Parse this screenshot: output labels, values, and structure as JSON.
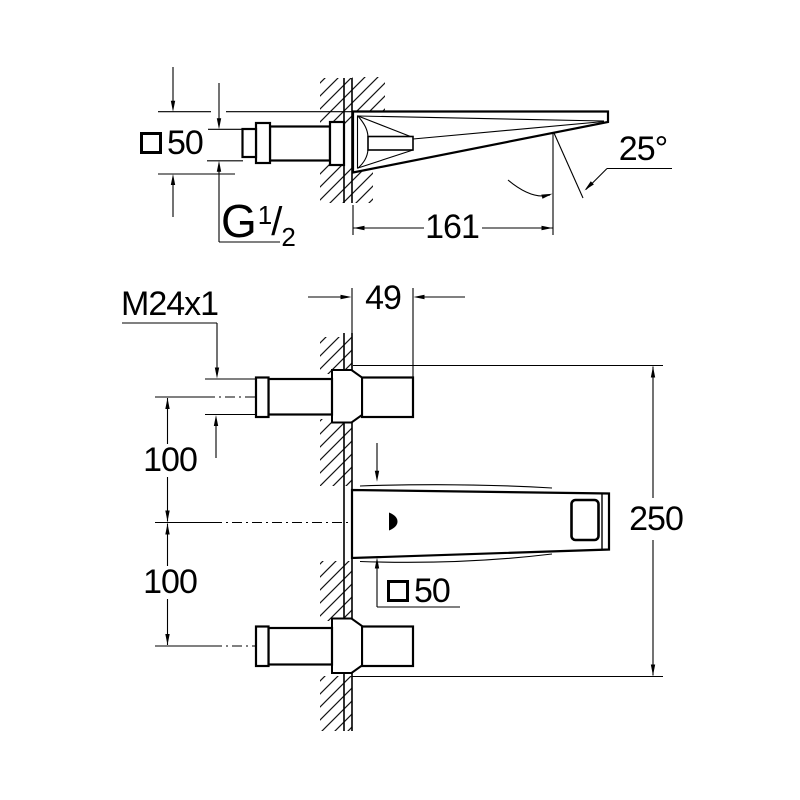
{
  "drawing": {
    "side_view": {
      "escutcheon_square": "50",
      "thread_letter": "G",
      "thread_numerator": "1",
      "thread_slash": "/",
      "thread_denominator": "2",
      "spout_reach": "161",
      "spout_angle": "25°"
    },
    "front_view": {
      "handle_thread": "M24x1",
      "protrusion": "49",
      "spacing_upper": "100",
      "spacing_lower": "100",
      "spout_square": "50",
      "overall_height": "250"
    },
    "colors": {
      "line": "#000000",
      "background": "#ffffff"
    }
  }
}
